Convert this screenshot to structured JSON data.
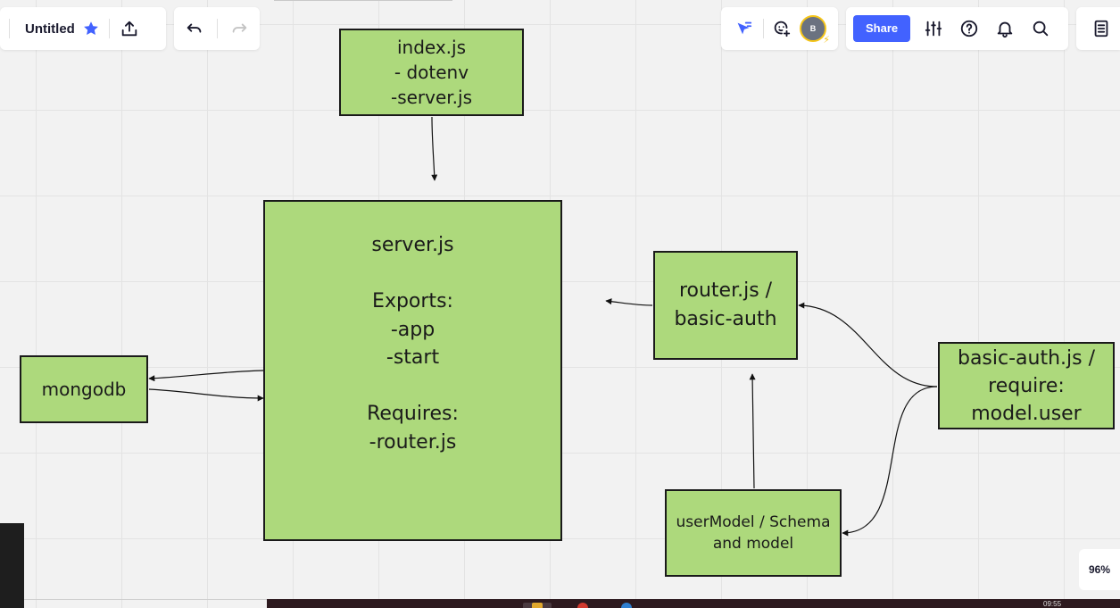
{
  "board": {
    "title": "Untitled",
    "starred": true
  },
  "left_toolbar": {
    "icons": [
      "star-icon",
      "upload-icon",
      "undo-icon",
      "redo-icon"
    ]
  },
  "right_toolbar": {
    "avatar_initial": "B",
    "share_label": "Share",
    "icons": [
      "select-cursor-icon",
      "add-collaborator-icon",
      "settings-sliders-icon",
      "help-icon",
      "bell-icon",
      "search-icon",
      "notes-icon"
    ]
  },
  "zoom": {
    "level": "96%"
  },
  "diagram": {
    "nodes": {
      "index": [
        "index.js",
        "- dotenv",
        "-server.js"
      ],
      "server": [
        "server.js",
        "",
        "Exports:",
        "-app",
        "-start",
        "",
        "Requires:",
        "-router.js"
      ],
      "mongodb": [
        "mongodb"
      ],
      "router": [
        "router.js /",
        "basic-auth"
      ],
      "basic_auth": [
        "basic-auth.js /",
        "require:",
        "model.user"
      ],
      "user_model": [
        "userModel / Schema",
        "and model"
      ]
    }
  },
  "taskbar": {
    "clock": "09:55"
  },
  "colors": {
    "node_fill": "#add97c",
    "node_border": "#1a1a1a",
    "accent": "#4262ff",
    "canvas": "#f2f2f2"
  }
}
